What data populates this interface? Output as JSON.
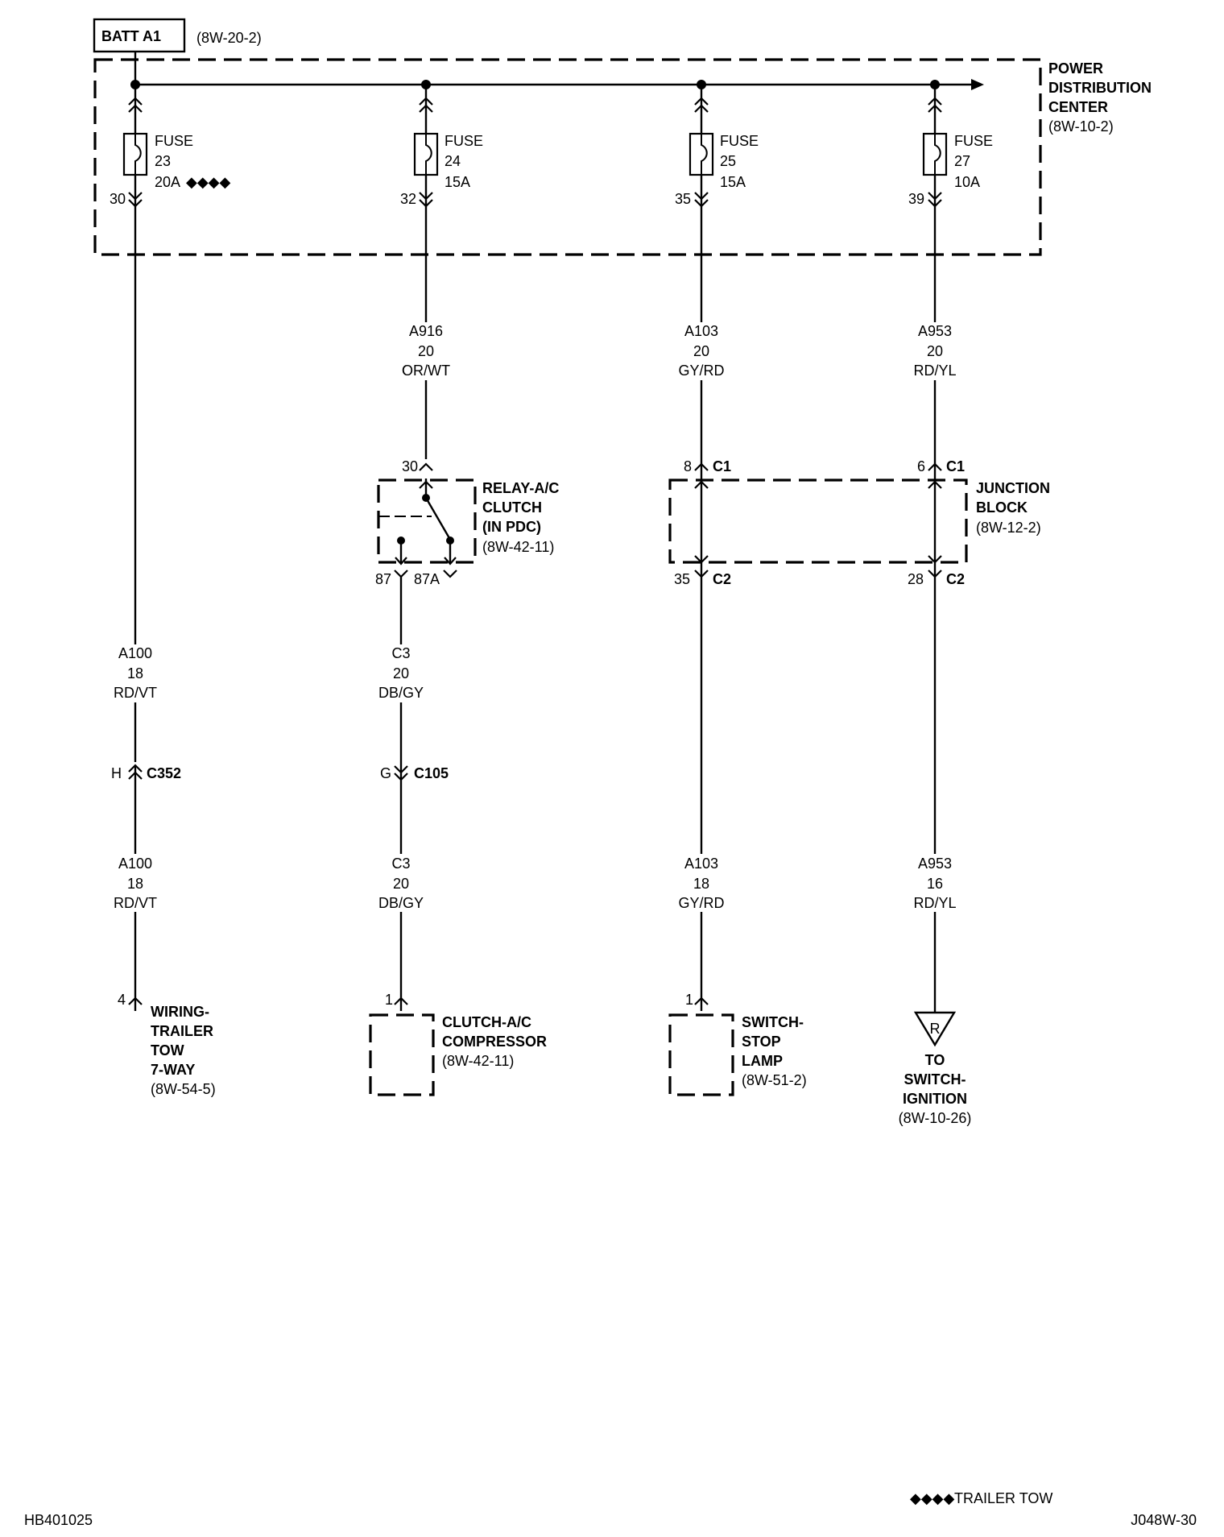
{
  "power_source": {
    "label": "BATT A1",
    "ref": "(8W-20-2)"
  },
  "pdc": {
    "title": [
      "POWER",
      "DISTRIBUTION",
      "CENTER"
    ],
    "ref": "(8W-10-2)"
  },
  "fuses": [
    {
      "word": "FUSE",
      "number": "23",
      "rating": "20A",
      "marker": "◆◆◆◆",
      "cavity": "30"
    },
    {
      "word": "FUSE",
      "number": "24",
      "rating": "15A",
      "cavity": "32"
    },
    {
      "word": "FUSE",
      "number": "25",
      "rating": "15A",
      "cavity": "35"
    },
    {
      "word": "FUSE",
      "number": "27",
      "rating": "10A",
      "cavity": "39"
    }
  ],
  "wires": {
    "a916": {
      "circuit": "A916",
      "gauge": "20",
      "color": "OR/WT"
    },
    "a103_upper": {
      "circuit": "A103",
      "gauge": "20",
      "color": "GY/RD"
    },
    "a953_upper": {
      "circuit": "A953",
      "gauge": "20",
      "color": "RD/YL"
    },
    "a100_upper": {
      "circuit": "A100",
      "gauge": "18",
      "color": "RD/VT"
    },
    "c3_upper": {
      "circuit": "C3",
      "gauge": "20",
      "color": "DB/GY"
    },
    "a100_lower": {
      "circuit": "A100",
      "gauge": "18",
      "color": "RD/VT"
    },
    "c3_lower": {
      "circuit": "C3",
      "gauge": "20",
      "color": "DB/GY"
    },
    "a103_lower": {
      "circuit": "A103",
      "gauge": "18",
      "color": "GY/RD"
    },
    "a953_lower": {
      "circuit": "A953",
      "gauge": "16",
      "color": "RD/YL"
    }
  },
  "relay": {
    "title": [
      "RELAY-A/C",
      "CLUTCH",
      "(IN PDC)"
    ],
    "ref": "(8W-42-11)",
    "pin_in": "30",
    "pin_no": "87",
    "pin_nc": "87A"
  },
  "junction_block": {
    "title": [
      "JUNCTION",
      "BLOCK"
    ],
    "ref": "(8W-12-2)",
    "in_connector": "C1",
    "out_connector": "C2",
    "pins": {
      "a103_in": "8",
      "a953_in": "6",
      "a103_out": "35",
      "a953_out": "28"
    }
  },
  "inline_connectors": {
    "c352": {
      "pin": "H",
      "name": "C352"
    },
    "c105": {
      "pin": "G",
      "name": "C105"
    }
  },
  "loads": {
    "trailer_tow": {
      "pin": "4",
      "title": [
        "WIRING-",
        "TRAILER",
        "TOW",
        "7-WAY"
      ],
      "ref": "(8W-54-5)"
    },
    "compressor": {
      "pin": "1",
      "title": [
        "CLUTCH-A/C",
        "COMPRESSOR"
      ],
      "ref": "(8W-42-11)"
    },
    "stop_lamp": {
      "pin": "1",
      "title": [
        "SWITCH-",
        "STOP",
        "LAMP"
      ],
      "ref": "(8W-51-2)"
    },
    "ignition": {
      "symbol": "R",
      "title": [
        "TO",
        "SWITCH-",
        "IGNITION"
      ],
      "ref": "(8W-10-26)"
    }
  },
  "legend": {
    "marker": "◆◆◆◆",
    "text": "TRAILER TOW"
  },
  "footer": {
    "left_id": "HB401025",
    "right_id": "J048W-30"
  }
}
